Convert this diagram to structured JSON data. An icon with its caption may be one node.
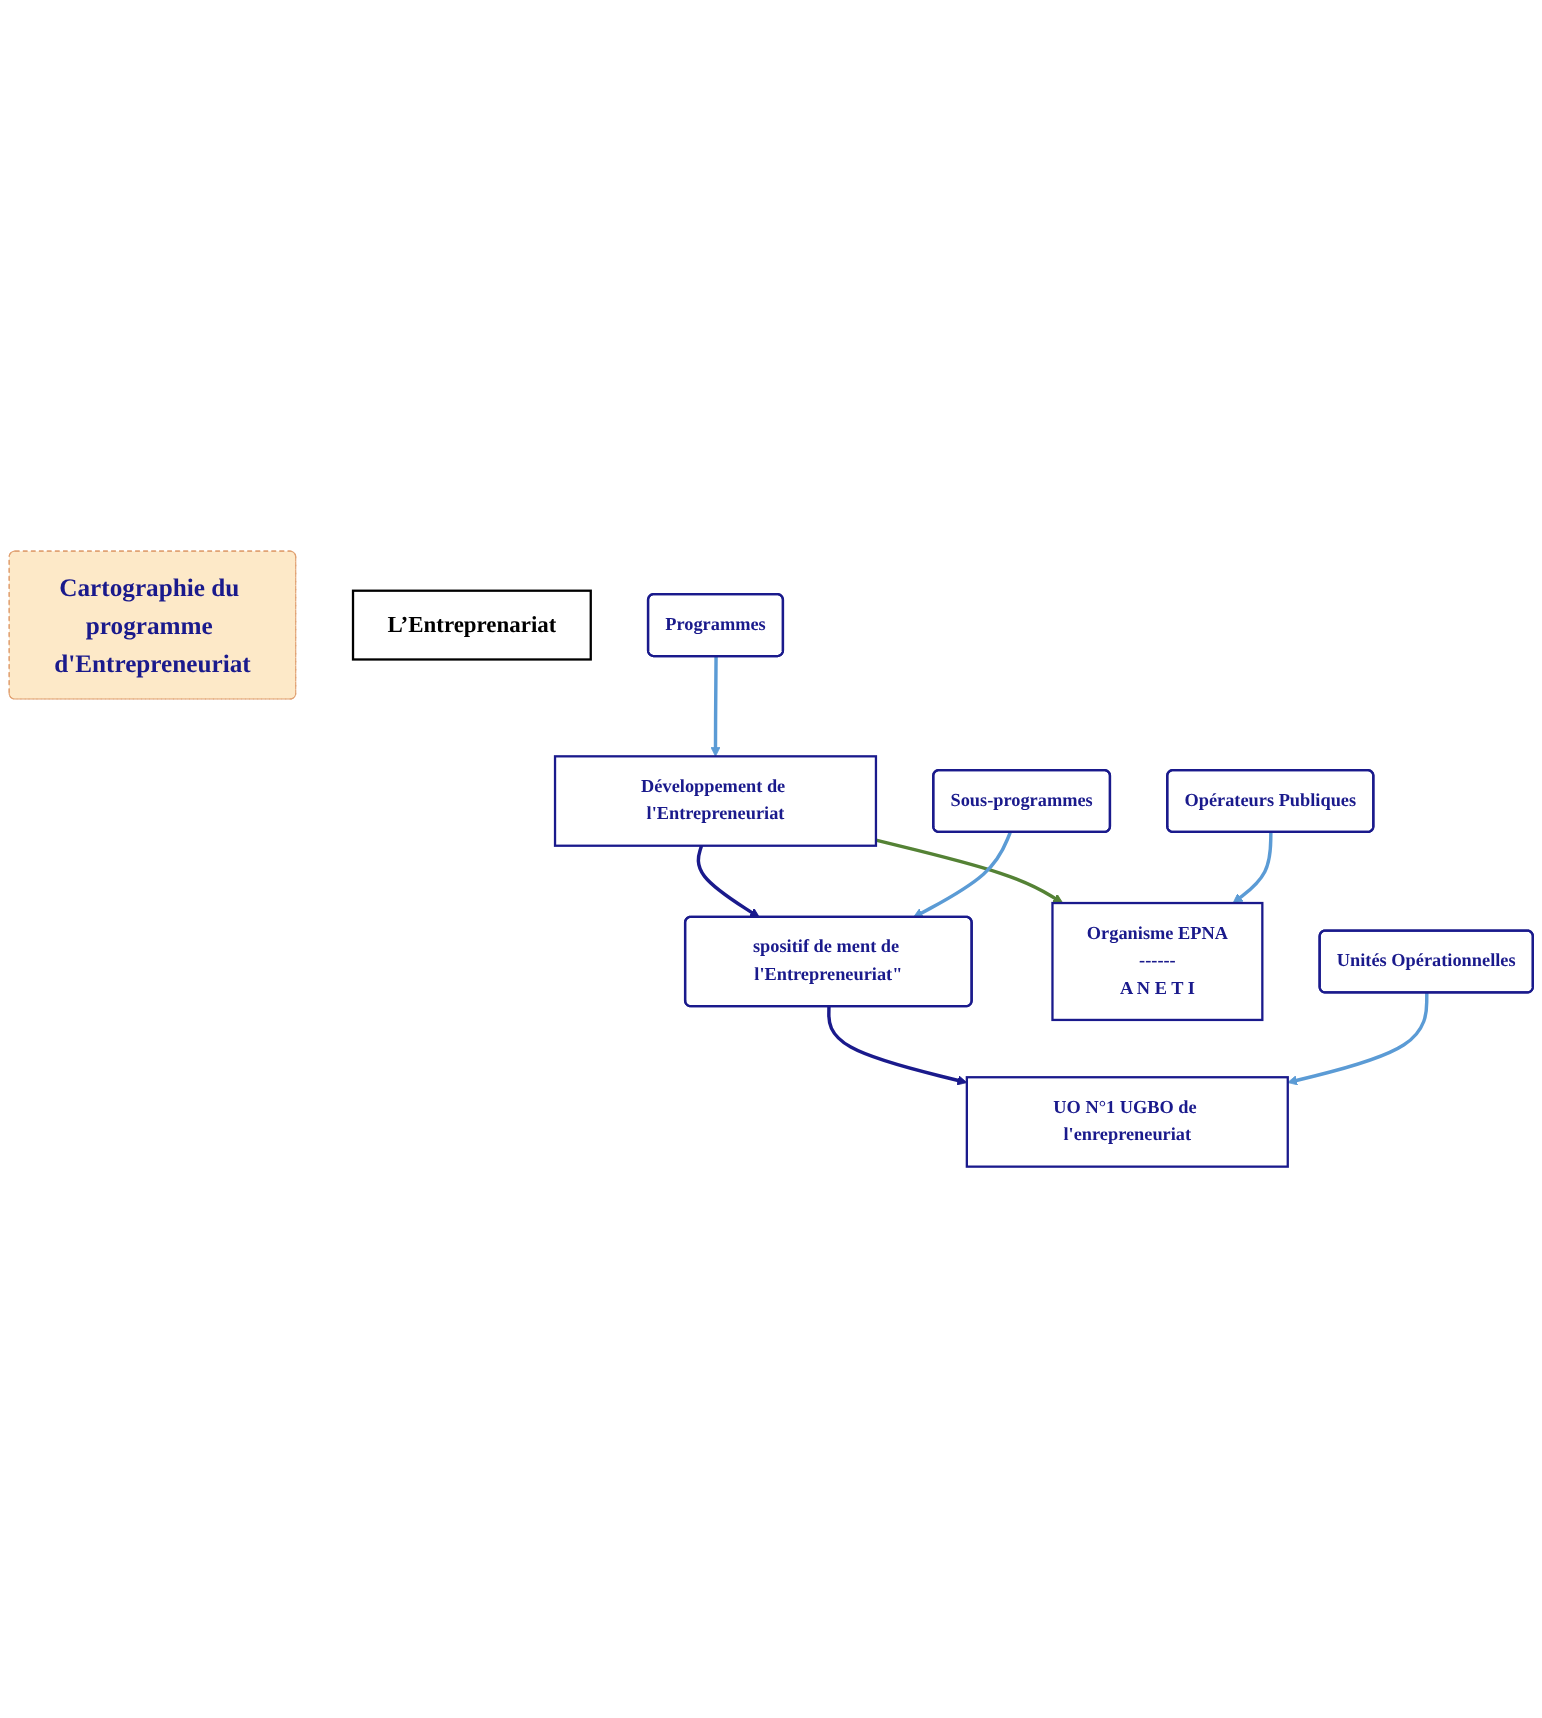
{
  "diagram": {
    "nodes": [
      {
        "text": [
          "Cartographie du programme d'Entrepreneuriat"
        ]
      },
      {
        "text": [
          "Développement de l'Entrepreneuriat"
        ]
      },
      {
        "text": [
          "L’Entreprenariat"
        ]
      },
      {
        "text": [
          "spositif de ment de l'Entrepreneuriat\""
        ]
      },
      {
        "text": [
          "UO N°1 UGBO de l'enrepreneuriat"
        ]
      },
      {
        "text": [
          "Organisme EPNA",
          "------",
          "A N E T I"
        ]
      },
      {
        "text": [
          "Programmes"
        ]
      },
      {
        "text": [
          "Sous-programmes"
        ]
      },
      {
        "text": [
          "Unités Opérationnelles"
        ]
      },
      {
        "text": [
          "Opérateurs Publiques"
        ]
      }
    ],
    "edges": [
      {
        "from": 1,
        "to": 3,
        "arrow": "to",
        "color": "#1a1a8c"
      },
      {
        "from": 3,
        "to": 4,
        "arrow": "to",
        "color": "#1a1a8c"
      },
      {
        "from": 1,
        "to": 5,
        "arrow": "to",
        "color": "#548235"
      },
      {
        "from": 6,
        "to": 1,
        "arrow": "to"
      },
      {
        "from": 7,
        "to": 3,
        "arrow": "to"
      },
      {
        "from": 8,
        "to": 4,
        "arrow": "to"
      },
      {
        "from": 9,
        "to": 5,
        "arrow": "to"
      }
    ]
  }
}
